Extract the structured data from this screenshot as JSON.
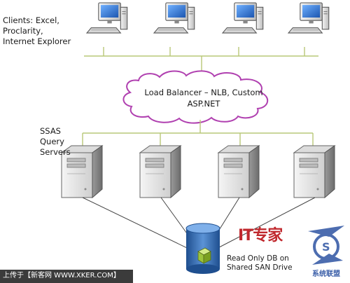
{
  "clients_label": "Clients: Excel,\nProclarity,\nInternet Explorer",
  "load_balancer_label": "Load Balancer – NLB, Custom\nASP.NET",
  "ssas_label": "SSAS\nQuery\nServers",
  "database_label": "Read Only DB on\nShared SAN Drive",
  "footer_text": "上传于【新客网 WWW.XKER.COM】",
  "watermark": {
    "text": "IT专家",
    "secondary": "系统联盟"
  },
  "colors": {
    "connector": "#b8c878",
    "cloud_stroke": "#b040b0",
    "monitor_screen": "#2a6fc9",
    "server_body": "#e4e4e4",
    "db_body": "#3d74b8",
    "watermark_red": "#c0282d",
    "watermark_blue": "#3a5ea8"
  },
  "nodes": {
    "clients": [
      "client-pc",
      "client-pc",
      "client-pc",
      "client-pc"
    ],
    "servers": [
      "query-server",
      "query-server",
      "query-server",
      "query-server"
    ]
  }
}
